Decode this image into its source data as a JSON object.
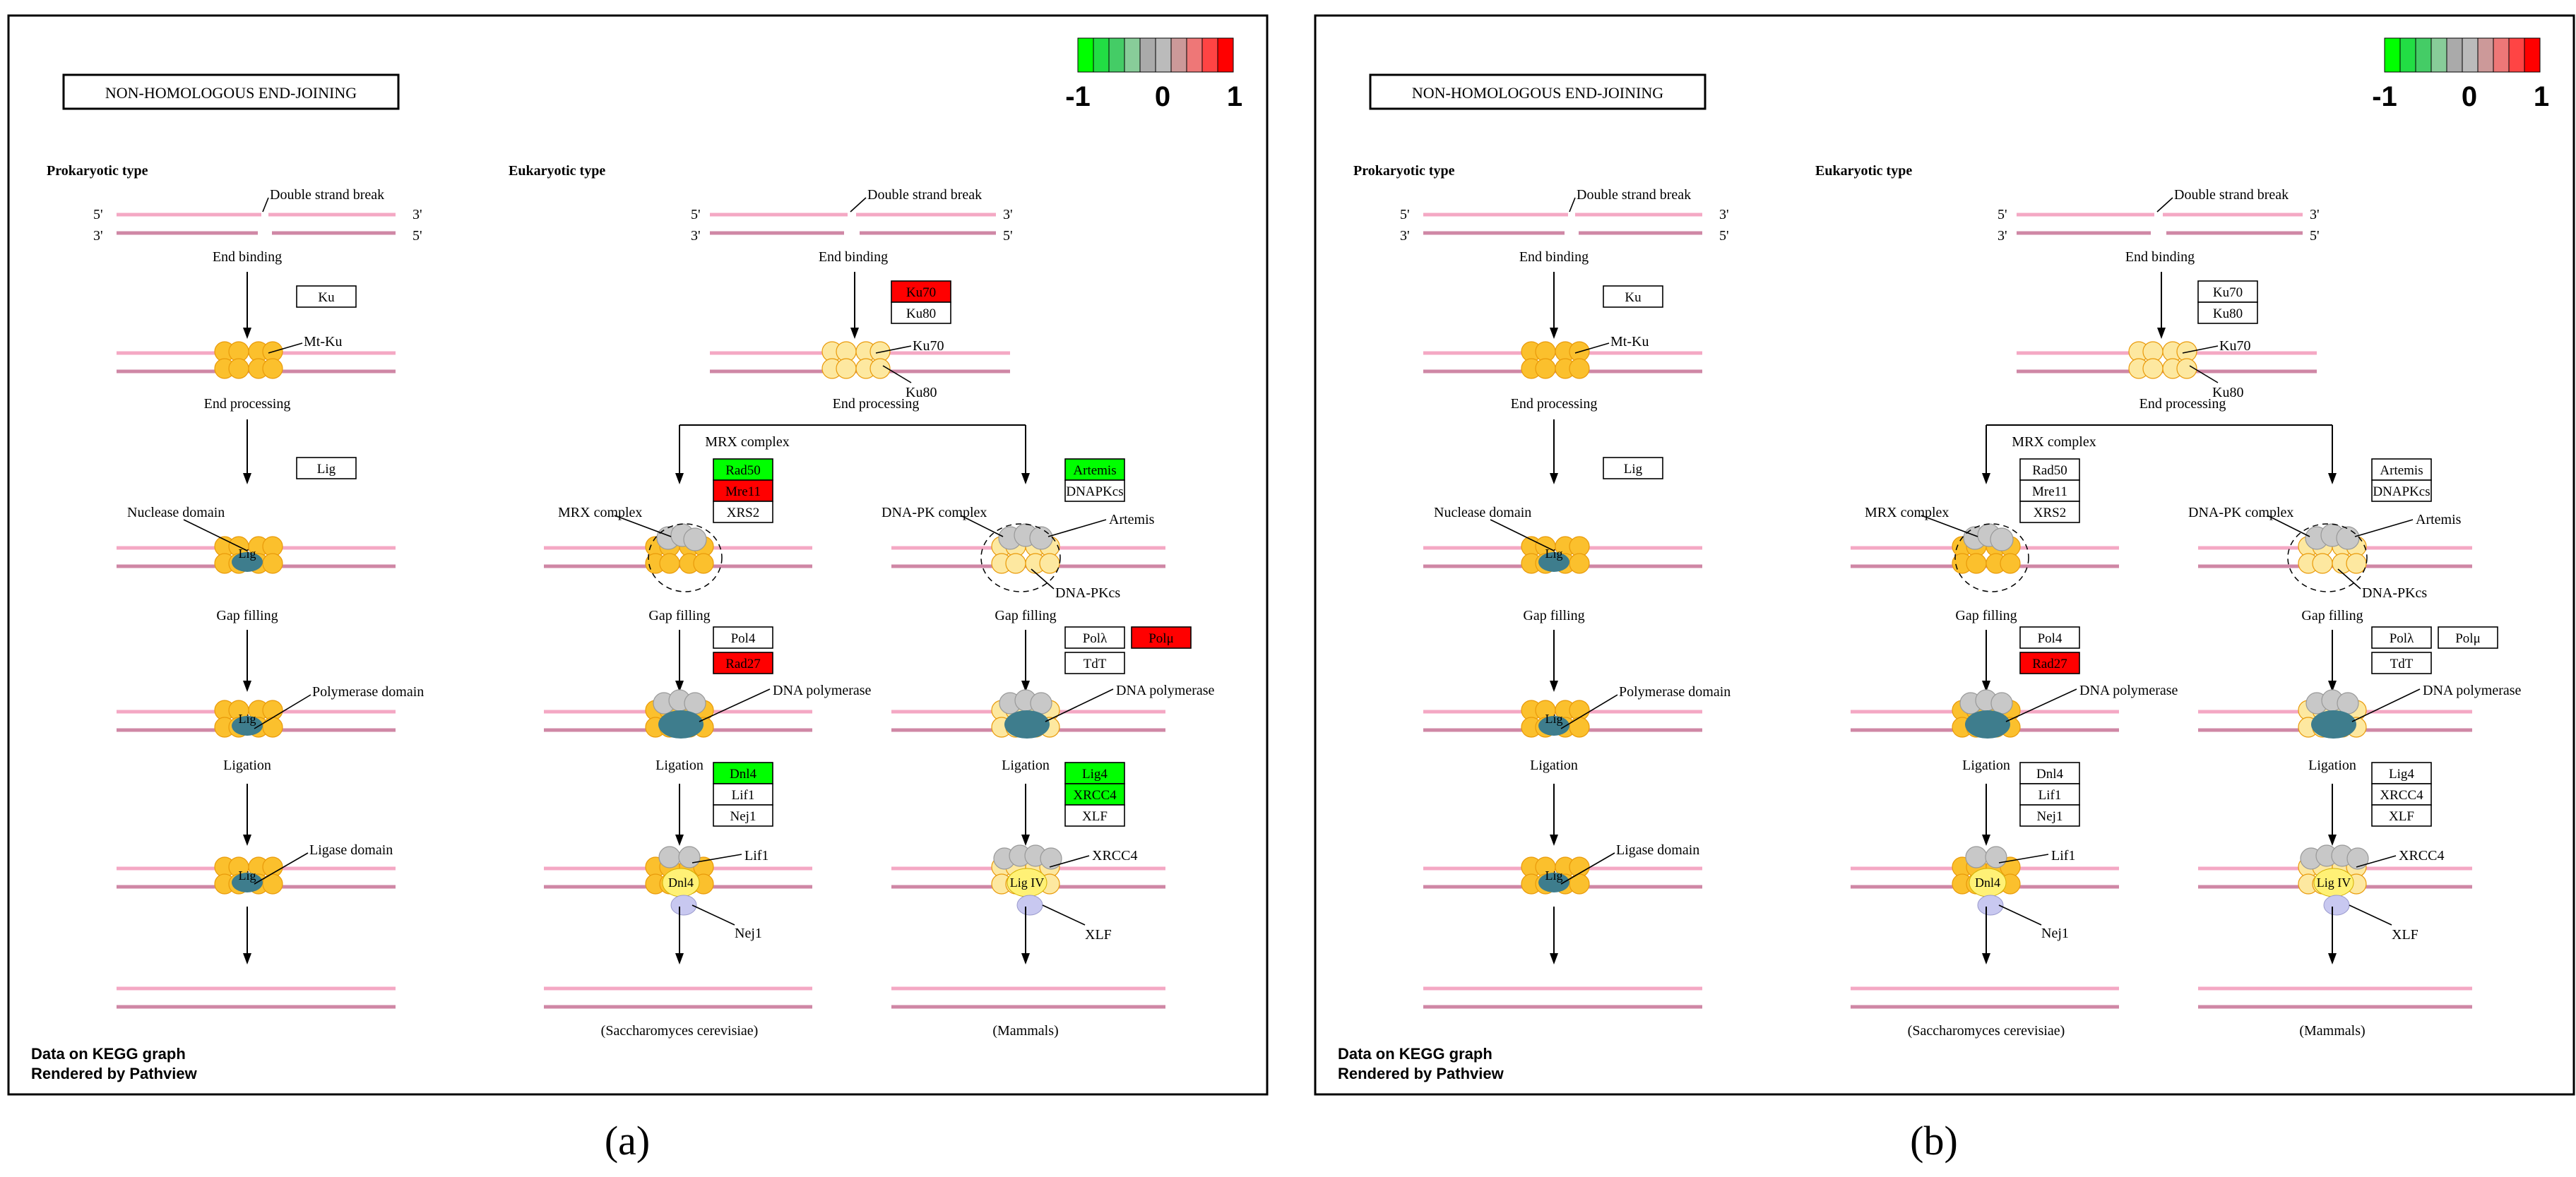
{
  "colors": {
    "strand_top": "#f4a8c4",
    "strand_bottom": "#cf87a5",
    "protein_orange": "#fbc02d",
    "protein_orange_edge": "#e99a0a",
    "protein_light": "#fde8a0",
    "protein_yellow": "#fff176",
    "protein_grey": "#c8c8c8",
    "protein_teal": "#3e7d8d",
    "protein_lavender": "#c8c8f0",
    "up": "#ff0000",
    "down": "#00ff00",
    "none": "#ffffff"
  },
  "legend": {
    "min_label": "-1",
    "mid_label": "0",
    "max_label": "1",
    "swatches": [
      "#00ff00",
      "#22dd44",
      "#44cc66",
      "#88cc99",
      "#aaaaaa",
      "#bbbbbb",
      "#cc9999",
      "#ee7777",
      "#ff4444",
      "#ff0000"
    ]
  },
  "pathway": {
    "title": "NON-HOMOLOGOUS END-JOINING",
    "prokaryotic_title": "Prokaryotic type",
    "eukaryotic_title": "Eukaryotic type",
    "five_prime": "5'",
    "three_prime": "3'",
    "double_strand_break": "Double strand break",
    "end_binding": "End binding",
    "end_processing": "End processing",
    "gap_filling": "Gap filling",
    "ligation": "Ligation",
    "mt_ku": "Mt-Ku",
    "nuclease_domain": "Nuclease domain",
    "polymerase_domain": "Polymerase domain",
    "ligase_domain": "Ligase domain",
    "lig": "Lig",
    "ku70_label": "Ku70",
    "ku80_label": "Ku80",
    "mrx_complex": "MRX complex",
    "dna_pk_complex": "DNA-PK complex",
    "artemis_label": "Artemis",
    "dna_pkcs_label": "DNA-PKcs",
    "dna_polymerase": "DNA polymerase",
    "lif1_label": "Lif1",
    "nej1_label": "Nej1",
    "dnl4_label": "Dnl4",
    "xrcc4_label": "XRCC4",
    "xlf_label": "XLF",
    "lig_iv_label": "Lig IV",
    "saccharomyces": "(Saccharomyces cerevisiae)",
    "mammals": "(Mammals)",
    "footer_line1": "Data on KEGG graph",
    "footer_line2": "Rendered by Pathview"
  },
  "panels": [
    {
      "caption": "(a)",
      "genes": {
        "ku": {
          "label": "Ku",
          "color": "#ffffff"
        },
        "lig_prok": {
          "label": "Lig",
          "color": "#ffffff"
        },
        "ku70": {
          "label": "Ku70",
          "color": "#ff0000"
        },
        "ku80": {
          "label": "Ku80",
          "color": "#ffffff"
        },
        "rad50": {
          "label": "Rad50",
          "color": "#00ff00"
        },
        "mre11": {
          "label": "Mre11",
          "color": "#ff0000"
        },
        "xrs2": {
          "label": "XRS2",
          "color": "#ffffff"
        },
        "artemis": {
          "label": "Artemis",
          "color": "#00ff00"
        },
        "dnapkcs": {
          "label": "DNAPKcs",
          "color": "#ffffff"
        },
        "pol4": {
          "label": "Pol4",
          "color": "#ffffff"
        },
        "rad27": {
          "label": "Rad27",
          "color": "#ff0000"
        },
        "pol_lambda": {
          "label": "Polλ",
          "color": "#ffffff"
        },
        "pol_mu": {
          "label": "Polμ",
          "color": "#ff0000"
        },
        "tdt": {
          "label": "TdT",
          "color": "#ffffff"
        },
        "dnl4": {
          "label": "Dnl4",
          "color": "#00ff00"
        },
        "lif1": {
          "label": "Lif1",
          "color": "#ffffff"
        },
        "nej1": {
          "label": "Nej1",
          "color": "#ffffff"
        },
        "lig4": {
          "label": "Lig4",
          "color": "#00ff00"
        },
        "xrcc4": {
          "label": "XRCC4",
          "color": "#00ff00"
        },
        "xlf": {
          "label": "XLF",
          "color": "#ffffff"
        }
      }
    },
    {
      "caption": "(b)",
      "genes": {
        "ku": {
          "label": "Ku",
          "color": "#ffffff"
        },
        "lig_prok": {
          "label": "Lig",
          "color": "#ffffff"
        },
        "ku70": {
          "label": "Ku70",
          "color": "#ffffff"
        },
        "ku80": {
          "label": "Ku80",
          "color": "#ffffff"
        },
        "rad50": {
          "label": "Rad50",
          "color": "#ffffff"
        },
        "mre11": {
          "label": "Mre11",
          "color": "#ffffff"
        },
        "xrs2": {
          "label": "XRS2",
          "color": "#ffffff"
        },
        "artemis": {
          "label": "Artemis",
          "color": "#ffffff"
        },
        "dnapkcs": {
          "label": "DNAPKcs",
          "color": "#ffffff"
        },
        "pol4": {
          "label": "Pol4",
          "color": "#ffffff"
        },
        "rad27": {
          "label": "Rad27",
          "color": "#ff0000"
        },
        "pol_lambda": {
          "label": "Polλ",
          "color": "#ffffff"
        },
        "pol_mu": {
          "label": "Polμ",
          "color": "#ffffff"
        },
        "tdt": {
          "label": "TdT",
          "color": "#ffffff"
        },
        "dnl4": {
          "label": "Dnl4",
          "color": "#ffffff"
        },
        "lif1": {
          "label": "Lif1",
          "color": "#ffffff"
        },
        "nej1": {
          "label": "Nej1",
          "color": "#ffffff"
        },
        "lig4": {
          "label": "Lig4",
          "color": "#ffffff"
        },
        "xrcc4": {
          "label": "XRCC4",
          "color": "#ffffff"
        },
        "xlf": {
          "label": "XLF",
          "color": "#ffffff"
        }
      }
    }
  ]
}
